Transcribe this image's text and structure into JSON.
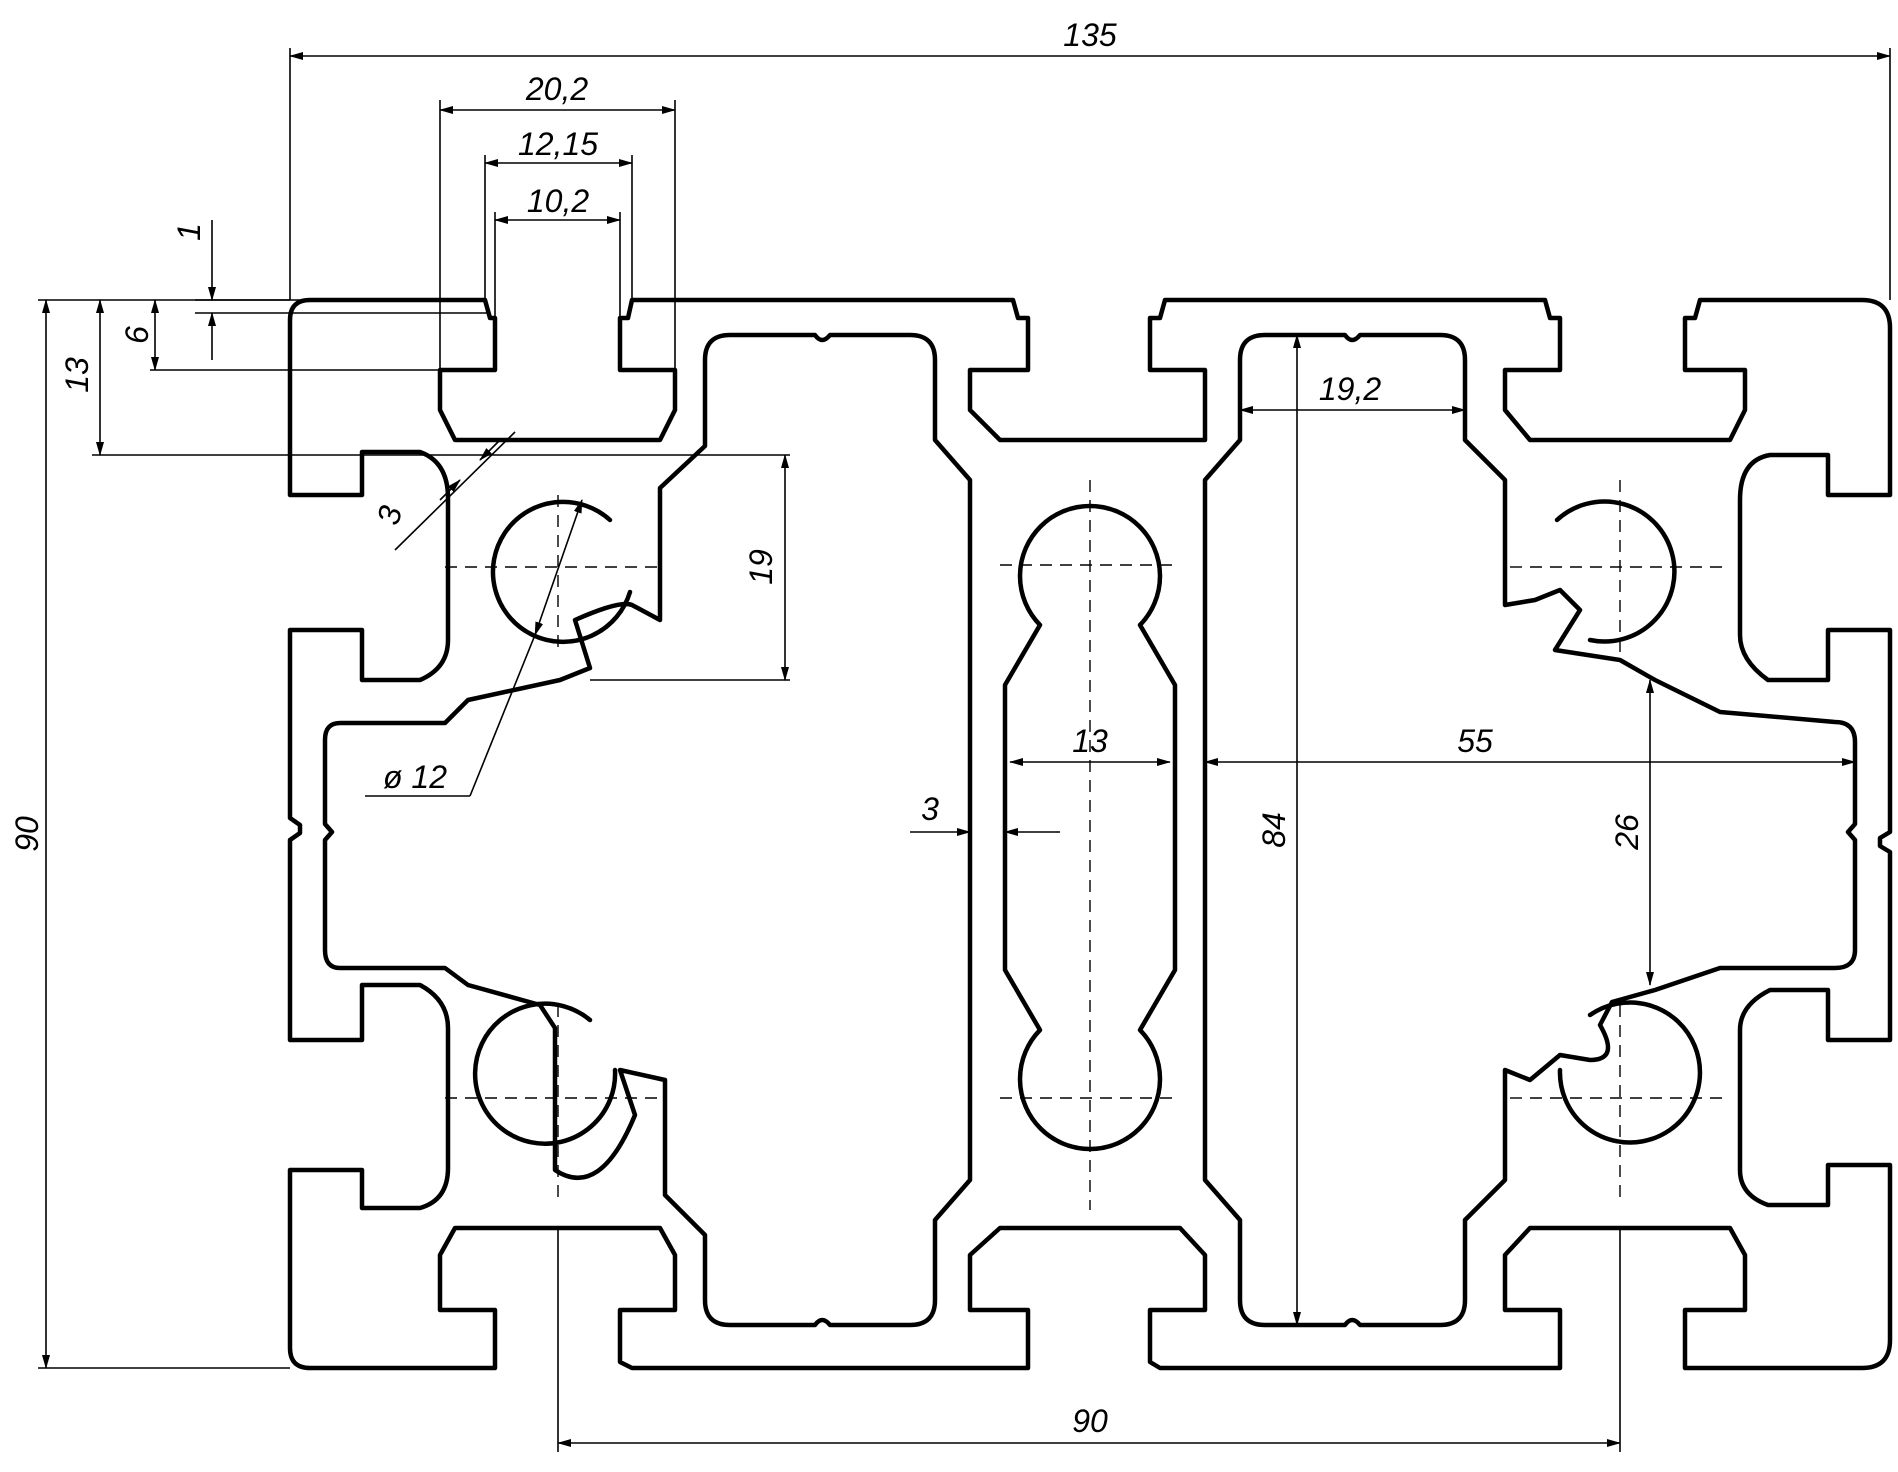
{
  "dimensions": {
    "overall_width": "135",
    "overall_height": "90",
    "center_distance": "90",
    "slot_width_outer": "20,2",
    "slot_width_mid": "12,15",
    "slot_width_inner": "10,2",
    "lip_thickness": "1",
    "slot_lip_depth": "6",
    "slot_depth": "13",
    "chamfer": "3",
    "core_offset": "19",
    "bore_diameter": "ø 12",
    "web_thickness": "3",
    "web_gap": "13",
    "cavity_width": "55",
    "cavity_height": "84",
    "slot_width_right": "19,2",
    "inner_slot_height": "26"
  }
}
